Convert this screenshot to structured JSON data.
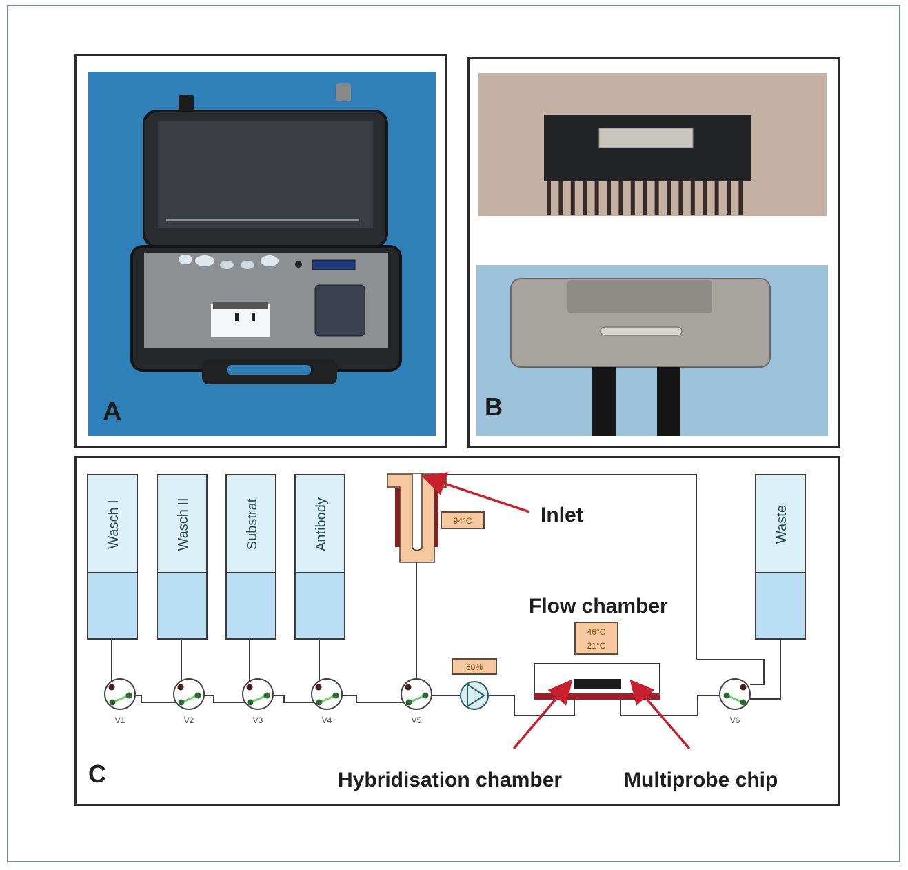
{
  "figure": {
    "panels": {
      "A": {
        "label": "A",
        "description": "Portable analysis instrument in carrying case",
        "background_color": "#2f7fb8"
      },
      "B": {
        "label": "B",
        "description_top": "Multiprobe chip with contact pins",
        "description_bottom": "Metal flow chamber housing with tubing",
        "top_background_color": "#c4b1a4",
        "bottom_background_color": "#9dc3da"
      },
      "C": {
        "label": "C",
        "tanks": [
          {
            "name": "Wasch I"
          },
          {
            "name": "Wasch II"
          },
          {
            "name": "Substrat"
          },
          {
            "name": "Antibody"
          },
          {
            "name": "Waste"
          }
        ],
        "valves": [
          "V1",
          "V2",
          "V3",
          "V4",
          "V5",
          "V6"
        ],
        "inlet_temperature": "94°C",
        "pump_setting": "80%",
        "flow_chamber_temperatures": [
          "46°C",
          "21°C"
        ],
        "annotations": {
          "inlet": "Inlet",
          "flow_chamber": "Flow chamber",
          "hybridisation_chamber": "Hybridisation chamber",
          "multiprobe_chip": "Multiprobe chip"
        },
        "colors": {
          "tank_top": "#dcf0f8",
          "tank_bottom": "#b9ddf2",
          "inlet_fill": "#f6c9a0",
          "heater": "#8b1e22",
          "readout_fill": "#f6c9a0",
          "arrow": "#c9202e",
          "valve_green": "#2e6b34",
          "valve_red": "#4a1c1c",
          "pump_fill": "#d7eef2",
          "chamber_base": "#a01e2a"
        }
      }
    }
  }
}
